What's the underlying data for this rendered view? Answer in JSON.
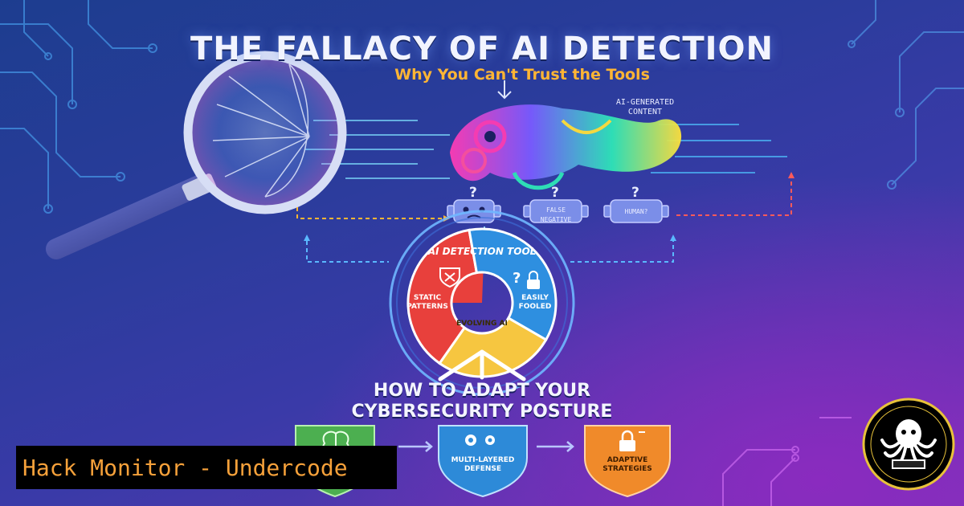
{
  "title": "THE FALLACY OF AI DETECTION",
  "subtitle": "Why You Can't Trust the Tools",
  "content_label": "AI-GENERATED CONTENT",
  "bot_labels": [
    "FALSE NEGATIVE",
    "HUMAN?"
  ],
  "detection_tool": {
    "title": "AI DETECTION TOOL",
    "segments": [
      {
        "label": "STATIC PATTERNS",
        "color": "#e8403c"
      },
      {
        "label": "EASILY FOOLED",
        "color": "#2e8fe0"
      },
      {
        "label": "EVOLVING AI",
        "color": "#f6c640"
      }
    ]
  },
  "adapt_heading": [
    "HOW TO ADAPT YOUR",
    "CYBERSECURITY POSTURE"
  ],
  "steps": [
    {
      "label": "",
      "color": "#4caf50",
      "icon": "brain-icon"
    },
    {
      "label": "MULTI-LAYERED DEFENSE",
      "color": "#2d8ad8",
      "icon": "gears-icon"
    },
    {
      "label": "ADAPTIVE STRATEGIES",
      "color": "#f08a2a",
      "icon": "lock-icon"
    }
  ],
  "banner": "Hack Monitor - Undercode",
  "colors": {
    "accent": "#ffb534",
    "banner_text": "#f6a13a",
    "title": "#f2f4ff"
  }
}
